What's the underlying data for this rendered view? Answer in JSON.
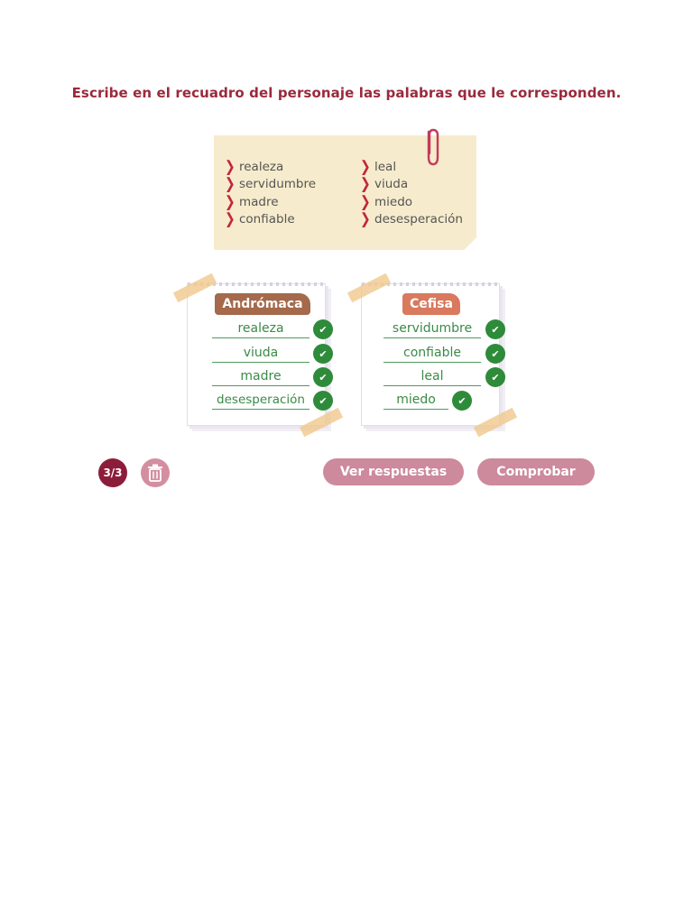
{
  "instruction": "Escribe en el recuadro del personaje las palabras que le corresponden.",
  "word_bank": {
    "column1": [
      "realeza",
      "servidumbre",
      "madre",
      "confiable"
    ],
    "column2": [
      "leal",
      "viuda",
      "miedo",
      "desesperación"
    ]
  },
  "cards": [
    {
      "title": "Andrómaca",
      "answers": [
        "realeza",
        "viuda",
        "madre",
        "desesperación"
      ],
      "status": [
        "correct",
        "correct",
        "correct",
        "correct"
      ]
    },
    {
      "title": "Cefisa",
      "answers": [
        "servidumbre",
        "confiable",
        "leal",
        "miedo"
      ],
      "status": [
        "correct",
        "correct",
        "correct",
        "correct"
      ]
    }
  ],
  "footer": {
    "counter": "3/3",
    "show_answers_label": "Ver respuestas",
    "check_label": "Comprobar"
  },
  "colors": {
    "accent": "#9a2a3c",
    "correct": "#2e8b3a",
    "button": "#cc8a9c"
  }
}
